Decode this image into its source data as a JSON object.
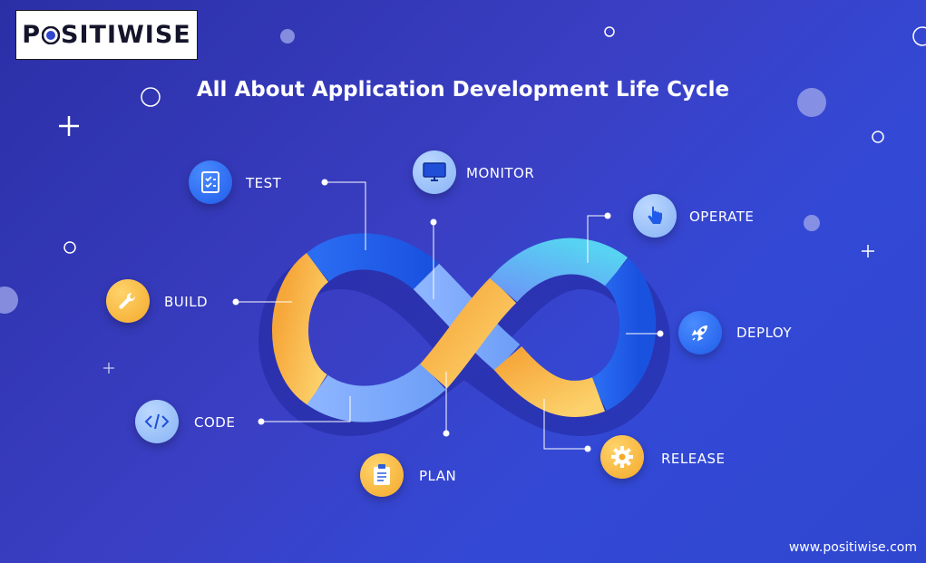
{
  "logo": {
    "text_before": "P",
    "text_after": "SITIWISE"
  },
  "title": "All About Application Development Life Cycle",
  "website": "www.positiwise.com",
  "stages": {
    "test": "TEST",
    "monitor": "MONITOR",
    "operate": "OPERATE",
    "build": "BUILD",
    "deploy": "DEPLOY",
    "code": "CODE",
    "release": "RELEASE",
    "plan": "PLAN"
  },
  "icons": {
    "test": "checklist-icon",
    "monitor": "monitor-icon",
    "operate": "pointer-hand-icon",
    "build": "wrench-icon",
    "deploy": "rocket-icon",
    "code": "code-brackets-icon",
    "release": "gear-icon",
    "plan": "clipboard-icon"
  },
  "colors": {
    "background": "#3a3fc4",
    "blue_loop": "#1f5be8",
    "orange_loop": "#f7b23b",
    "light_blue_loop": "#7eaaf7",
    "cyan_loop": "#5cc8f2"
  }
}
